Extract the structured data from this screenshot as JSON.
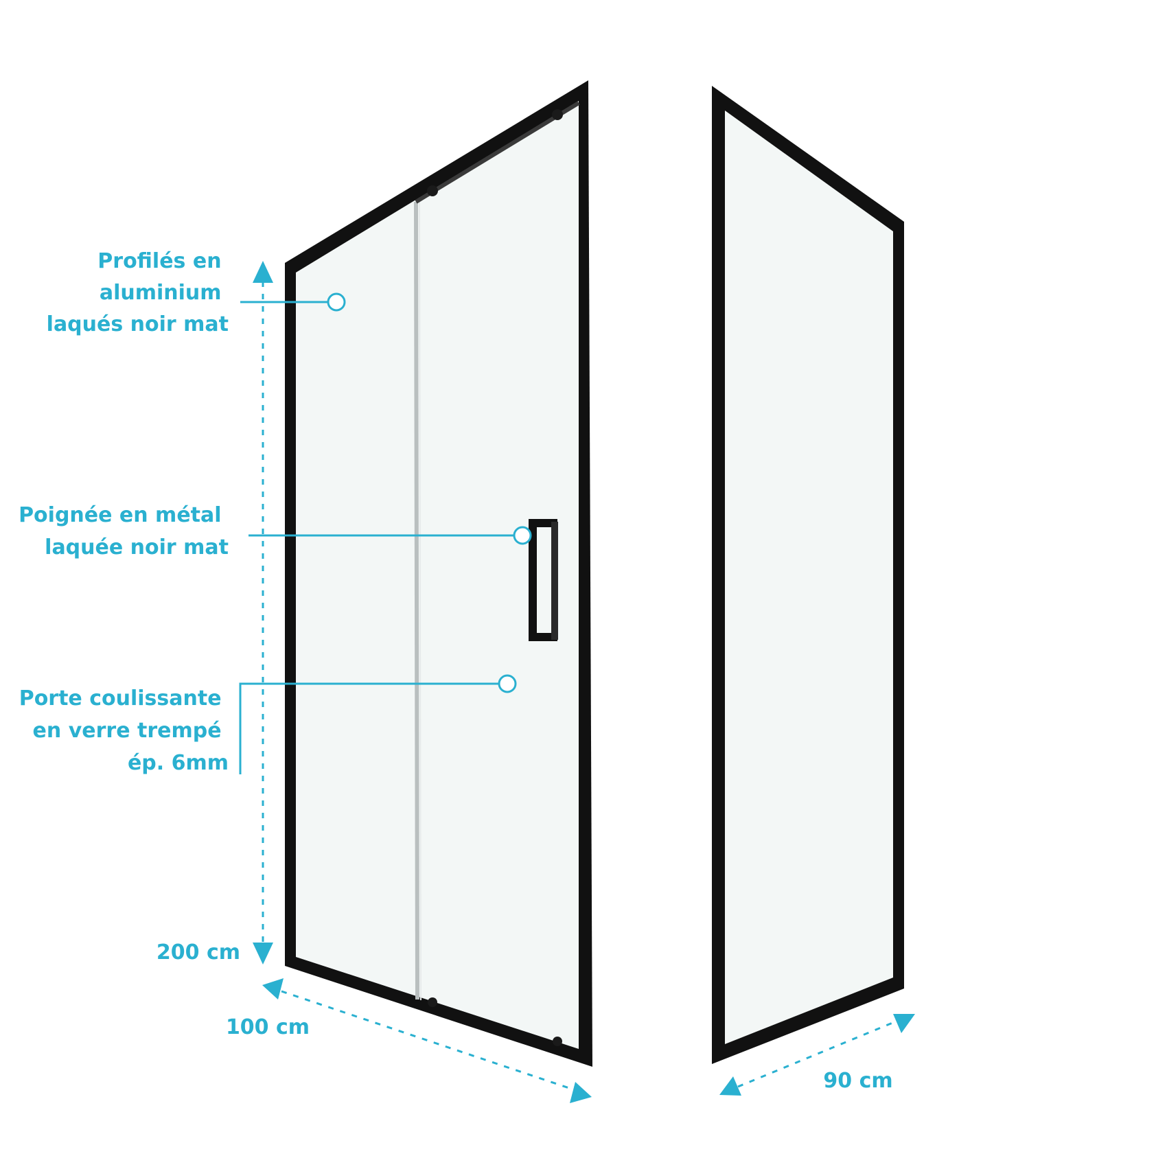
{
  "callouts": [
    {
      "lines": [
        "Profilés en",
        "aluminium",
        "laqués noir mat"
      ]
    },
    {
      "lines": [
        "Poignée en métal",
        "laquée noir mat"
      ]
    },
    {
      "lines": [
        "Porte coulissante",
        "en verre trempé",
        "ép. 6mm"
      ]
    }
  ],
  "dimensions": {
    "height": "200 cm",
    "door_width": "100 cm",
    "side_width": "90 cm"
  },
  "colors": {
    "accent": "#2ab0d0",
    "frame": "#111111",
    "glass": "#f3f7f6"
  }
}
